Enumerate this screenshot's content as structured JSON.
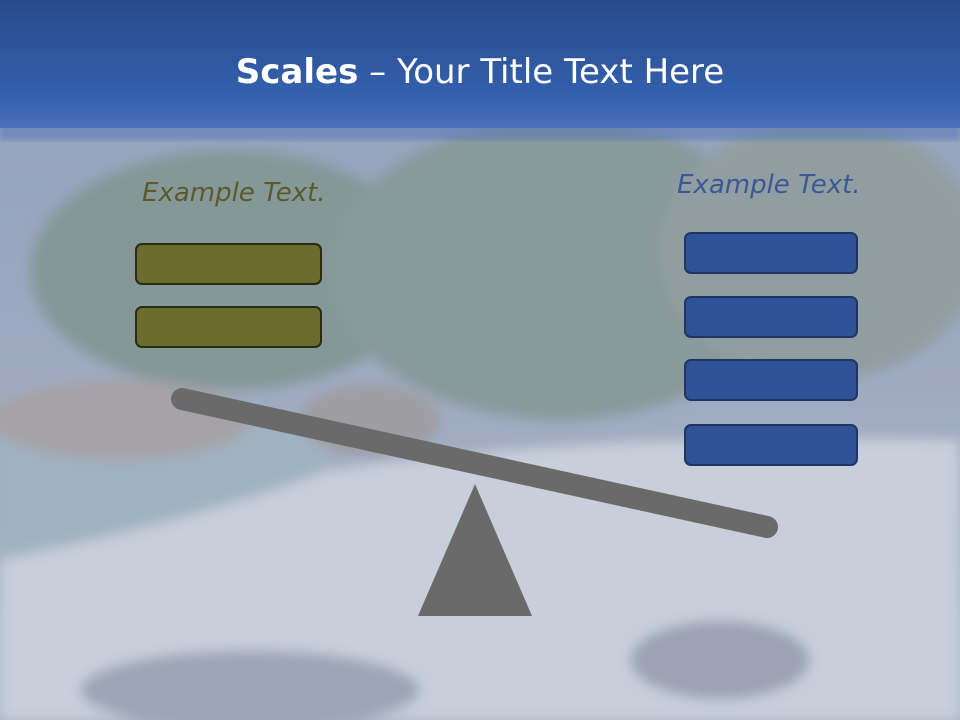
{
  "title": {
    "bold": "Scales",
    "rest": " – Your Title Text Here"
  },
  "left_group": {
    "label": "Example Text.",
    "box_count": 2,
    "color": "#6b6c2e"
  },
  "right_group": {
    "label": "Example Text.",
    "box_count": 4,
    "color": "#2f5196"
  },
  "colors": {
    "header": "#2f5aa6",
    "beam": "#6a6a6a",
    "fulcrum": "#6a6a6a"
  }
}
